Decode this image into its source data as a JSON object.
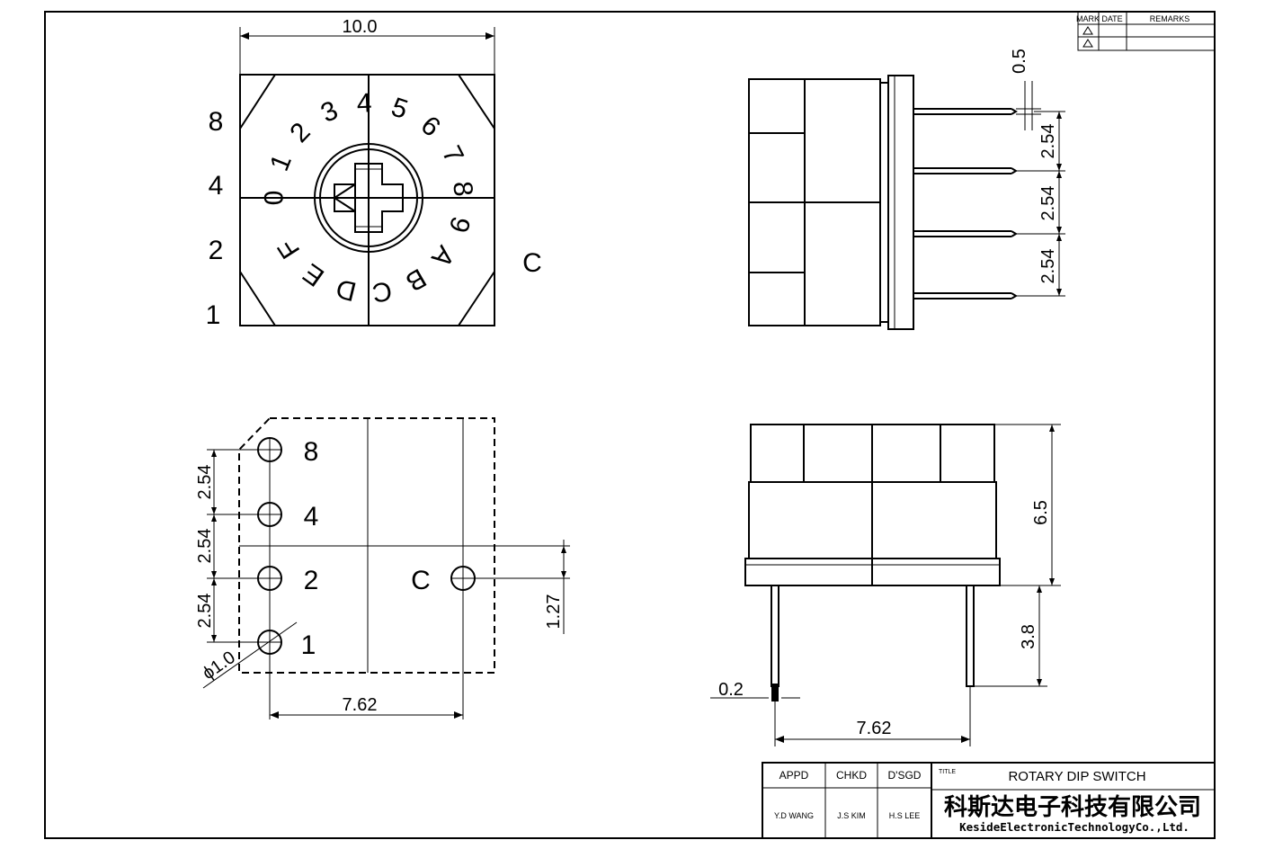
{
  "top_view": {
    "width_dim": "10.0",
    "pin_labels": [
      "8",
      "4",
      "2",
      "1"
    ],
    "common_label": "C",
    "dial_chars": [
      "0",
      "1",
      "2",
      "3",
      "4",
      "5",
      "6",
      "7",
      "8",
      "9",
      "A",
      "B",
      "C",
      "D",
      "E",
      "F"
    ]
  },
  "side_view": {
    "lead_dim": "0.5",
    "pitch_dims": [
      "2.54",
      "2.54",
      "2.54"
    ]
  },
  "bottom_view": {
    "pin_labels": [
      "8",
      "4",
      "2",
      "1"
    ],
    "common_label": "C",
    "pitch_dims": [
      "2.54",
      "2.54",
      "2.54"
    ],
    "offset_dim": "1.27",
    "hole_dim": "ϕ1.0",
    "row_spacing_dim": "7.62"
  },
  "front_view": {
    "height_dim": "6.5",
    "pin_length_dim": "3.8",
    "pin_thickness_dim": "0.2",
    "row_spacing_dim": "7.62"
  },
  "revision_block": {
    "headers": [
      "MARK",
      "DATE",
      "REMARKS"
    ],
    "rows": 2
  },
  "title_block": {
    "headers": [
      "APPD",
      "CHKD",
      "D'SGD"
    ],
    "names": [
      "Y.D WANG",
      "J.S KIM",
      "H.S LEE"
    ],
    "title_label": "TITLE",
    "title": "ROTARY DIP SWITCH",
    "company_cn": "科斯达电子科技有限公司",
    "company_en": "KesideElectronicTechnologyCo.,Ltd."
  }
}
